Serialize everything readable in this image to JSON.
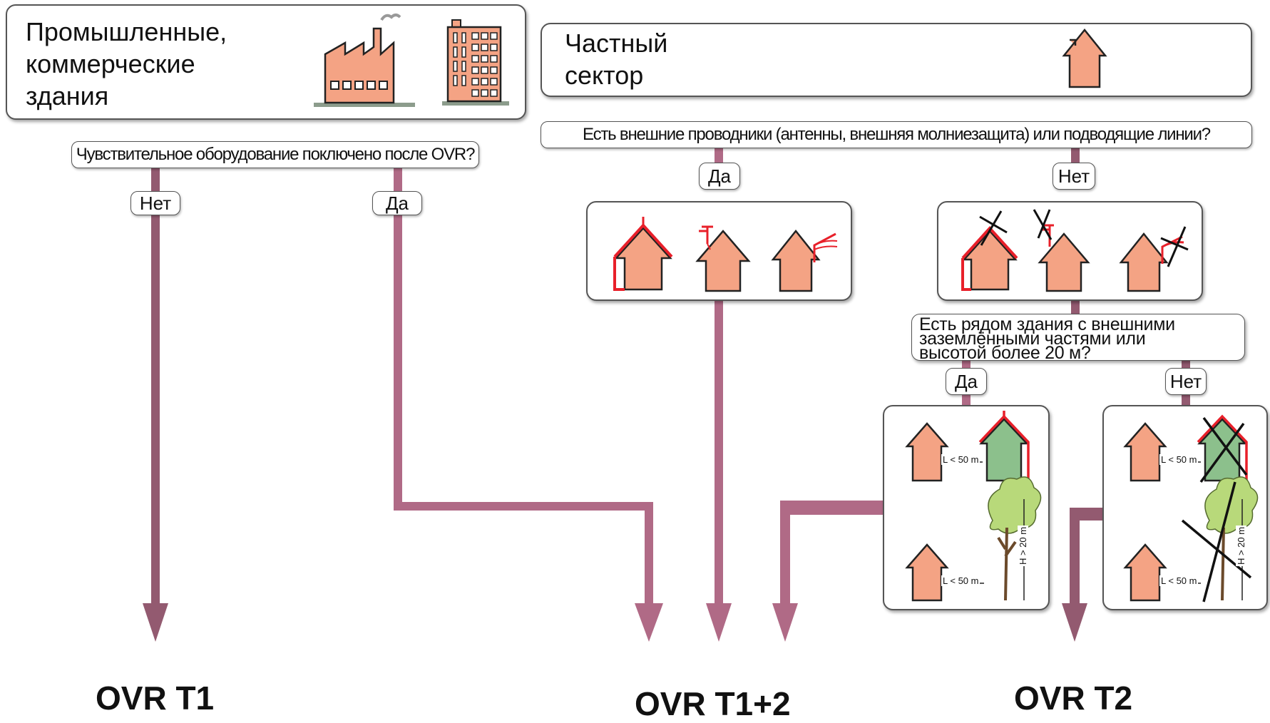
{
  "left_panel": {
    "title_lines": [
      "Промышленные,",
      "коммерческие",
      "здания"
    ],
    "icons": [
      "factory-icon",
      "office-building-icon"
    ]
  },
  "right_panel": {
    "title_lines": [
      "Частный",
      "сектор"
    ],
    "icons": [
      "house-icon"
    ]
  },
  "question_sensitive": {
    "text": "Чувствительное оборудование поключено после OVR?",
    "no_label": "Нет",
    "yes_label": "Да"
  },
  "question_external": {
    "text": "Есть внешние проводники (антенны, внешняя молниезащита) или подводящие линии?",
    "yes_label": "Да",
    "no_label": "Нет"
  },
  "question_nearby": {
    "lines": [
      "Есть рядом здания с внешними",
      "заземлёнными частями или",
      "высотой более 20 м?"
    ],
    "yes_label": "Да",
    "no_label": "Нет"
  },
  "measurements": {
    "distance_label": "L < 50 m",
    "height_label": "H > 20 m"
  },
  "results": {
    "t1": "OVR T1",
    "t12": "OVR T1+2",
    "t2": "OVR T2"
  },
  "colors": {
    "arrow": "#b06a86",
    "arrow_dark": "#8a5066",
    "building": "#f4a384",
    "outline": "#222222",
    "lightning_rod": "#e8202a",
    "green_house": "#8cc08c",
    "tree": "#b8d97a"
  }
}
